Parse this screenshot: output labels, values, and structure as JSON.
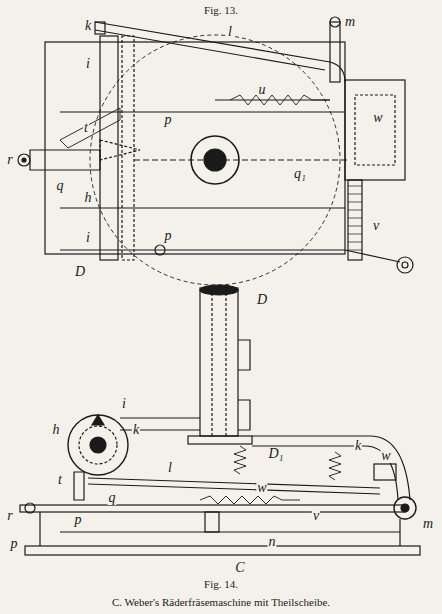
{
  "diagram": {
    "caption": "C. Weber's Räderfräsemaschine mit Theilscheibe.",
    "labels": [
      "Fig. 13.",
      "k",
      "l",
      "m",
      "u",
      "i",
      "p",
      "t",
      "r",
      "q",
      "q₁",
      "w",
      "h",
      "v",
      "i",
      "p",
      "D",
      "D",
      "i",
      "k",
      "h",
      "t",
      "l",
      "D₁",
      "k",
      "w",
      "q",
      "p",
      "r",
      "w",
      "v",
      "m",
      "n",
      "p",
      "C",
      "Fig. 14."
    ]
  }
}
